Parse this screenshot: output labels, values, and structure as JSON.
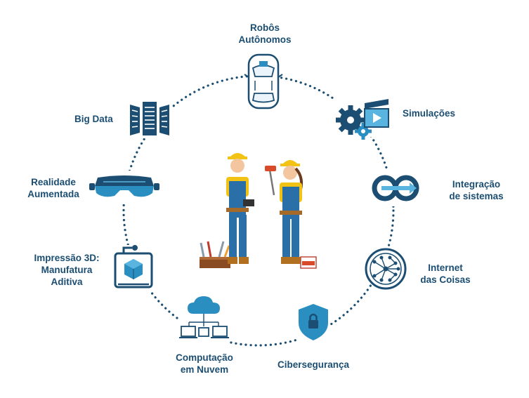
{
  "colors": {
    "primary": "#1b4e72",
    "accent": "#2a8fc0",
    "light": "#5ab4e0",
    "ring": "#1b4e72"
  },
  "nodes": {
    "robos": {
      "line1": "Robôs",
      "line2": "Autônomos",
      "icon": "autonomous-car-icon"
    },
    "simulacoes": {
      "line1": "Simulações",
      "icon": "gears-clapperboard-icon"
    },
    "integracao": {
      "line1": "Integração",
      "line2": "de sistemas",
      "icon": "infinity-loop-icon"
    },
    "iot": {
      "line1": "Internet",
      "line2": "das Coisas",
      "icon": "network-globe-icon"
    },
    "ciber": {
      "line1": "Cibersegurança",
      "icon": "shield-lock-icon"
    },
    "nuvem": {
      "line1": "Computação",
      "line2": "em Nuvem",
      "icon": "cloud-devices-icon"
    },
    "impressao": {
      "line1": "Impressão 3D:",
      "line2": "Manufatura",
      "line3": "Aditiva",
      "icon": "3d-printer-icon"
    },
    "realidade": {
      "line1": "Realidade",
      "line2": "Aumentada",
      "icon": "vr-headset-icon"
    },
    "bigdata": {
      "line1": "Big Data",
      "icon": "server-racks-icon"
    }
  },
  "center": {
    "icon": "workers-illustration"
  }
}
